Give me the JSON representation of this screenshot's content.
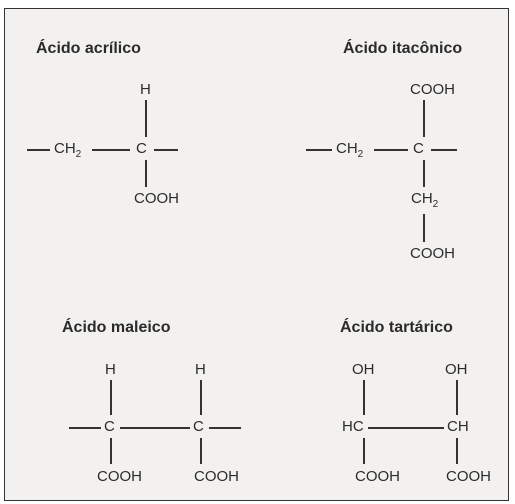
{
  "structures": {
    "acrilico": {
      "title": "Ácido acrílico",
      "h": "H",
      "ch2": "CH",
      "ch2_sub": "2",
      "c": "C",
      "cooh": "COOH"
    },
    "itaconico": {
      "title": "Ácido itacônico",
      "cooh_top": "COOH",
      "ch2_left": "CH",
      "ch2_left_sub": "2",
      "c": "C",
      "ch2_mid": "CH",
      "ch2_mid_sub": "2",
      "cooh_bottom": "COOH"
    },
    "maleico": {
      "title": "Ácido maleico",
      "h1": "H",
      "h2": "H",
      "c1": "C",
      "c2": "C",
      "cooh1": "COOH",
      "cooh2": "COOH"
    },
    "tartarico": {
      "title": "Ácido tartárico",
      "oh1": "OH",
      "oh2": "OH",
      "hc": "HC",
      "ch": "CH",
      "cooh1": "COOH",
      "cooh2": "COOH"
    }
  }
}
